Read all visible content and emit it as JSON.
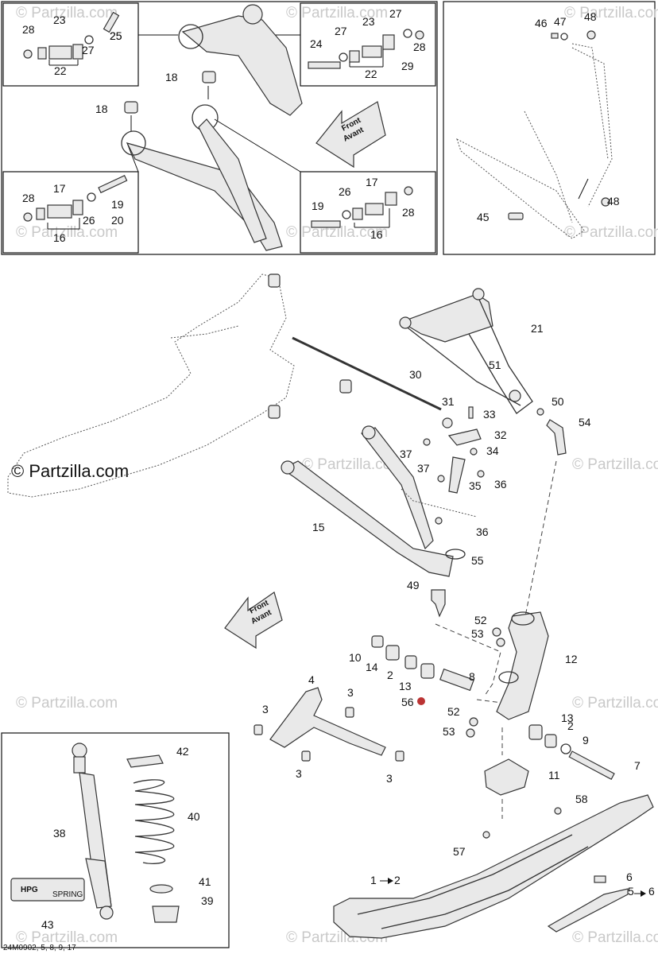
{
  "watermark": "© Partzilla.com",
  "diagram_code": "24M0902, 5, 8, 9, 17",
  "front_arrow": {
    "line1": "Front",
    "line2": "Avant"
  },
  "hpg_logo": {
    "text": "HPG",
    "subtext": "SPRING"
  },
  "callouts": {
    "inset_tl": [
      "28",
      "23",
      "25",
      "27",
      "22",
      "25"
    ],
    "inset_tr": [
      "24",
      "27",
      "23",
      "27",
      "28",
      "29",
      "22"
    ],
    "inset_bl": [
      "28",
      "17",
      "19",
      "20",
      "26",
      "16"
    ],
    "inset_br": [
      "19",
      "26",
      "17",
      "28",
      "16"
    ],
    "main_labels": [
      "18",
      "18",
      "46",
      "47",
      "48",
      "48",
      "45",
      "21",
      "30",
      "51",
      "50",
      "54",
      "31",
      "33",
      "32",
      "37",
      "34",
      "37",
      "35",
      "36",
      "36",
      "15",
      "55",
      "49",
      "52",
      "53",
      "12",
      "10",
      "14",
      "2",
      "13",
      "8",
      "56",
      "52",
      "53",
      "13",
      "2",
      "9",
      "7",
      "11",
      "4",
      "3",
      "3",
      "3",
      "3",
      "58",
      "57",
      "42",
      "40",
      "38",
      "41",
      "39",
      "43",
      "1",
      "2",
      "6",
      "5",
      "6"
    ]
  },
  "arrow_labels": {
    "one": "1",
    "two": "2",
    "five": "5",
    "six": "6"
  }
}
